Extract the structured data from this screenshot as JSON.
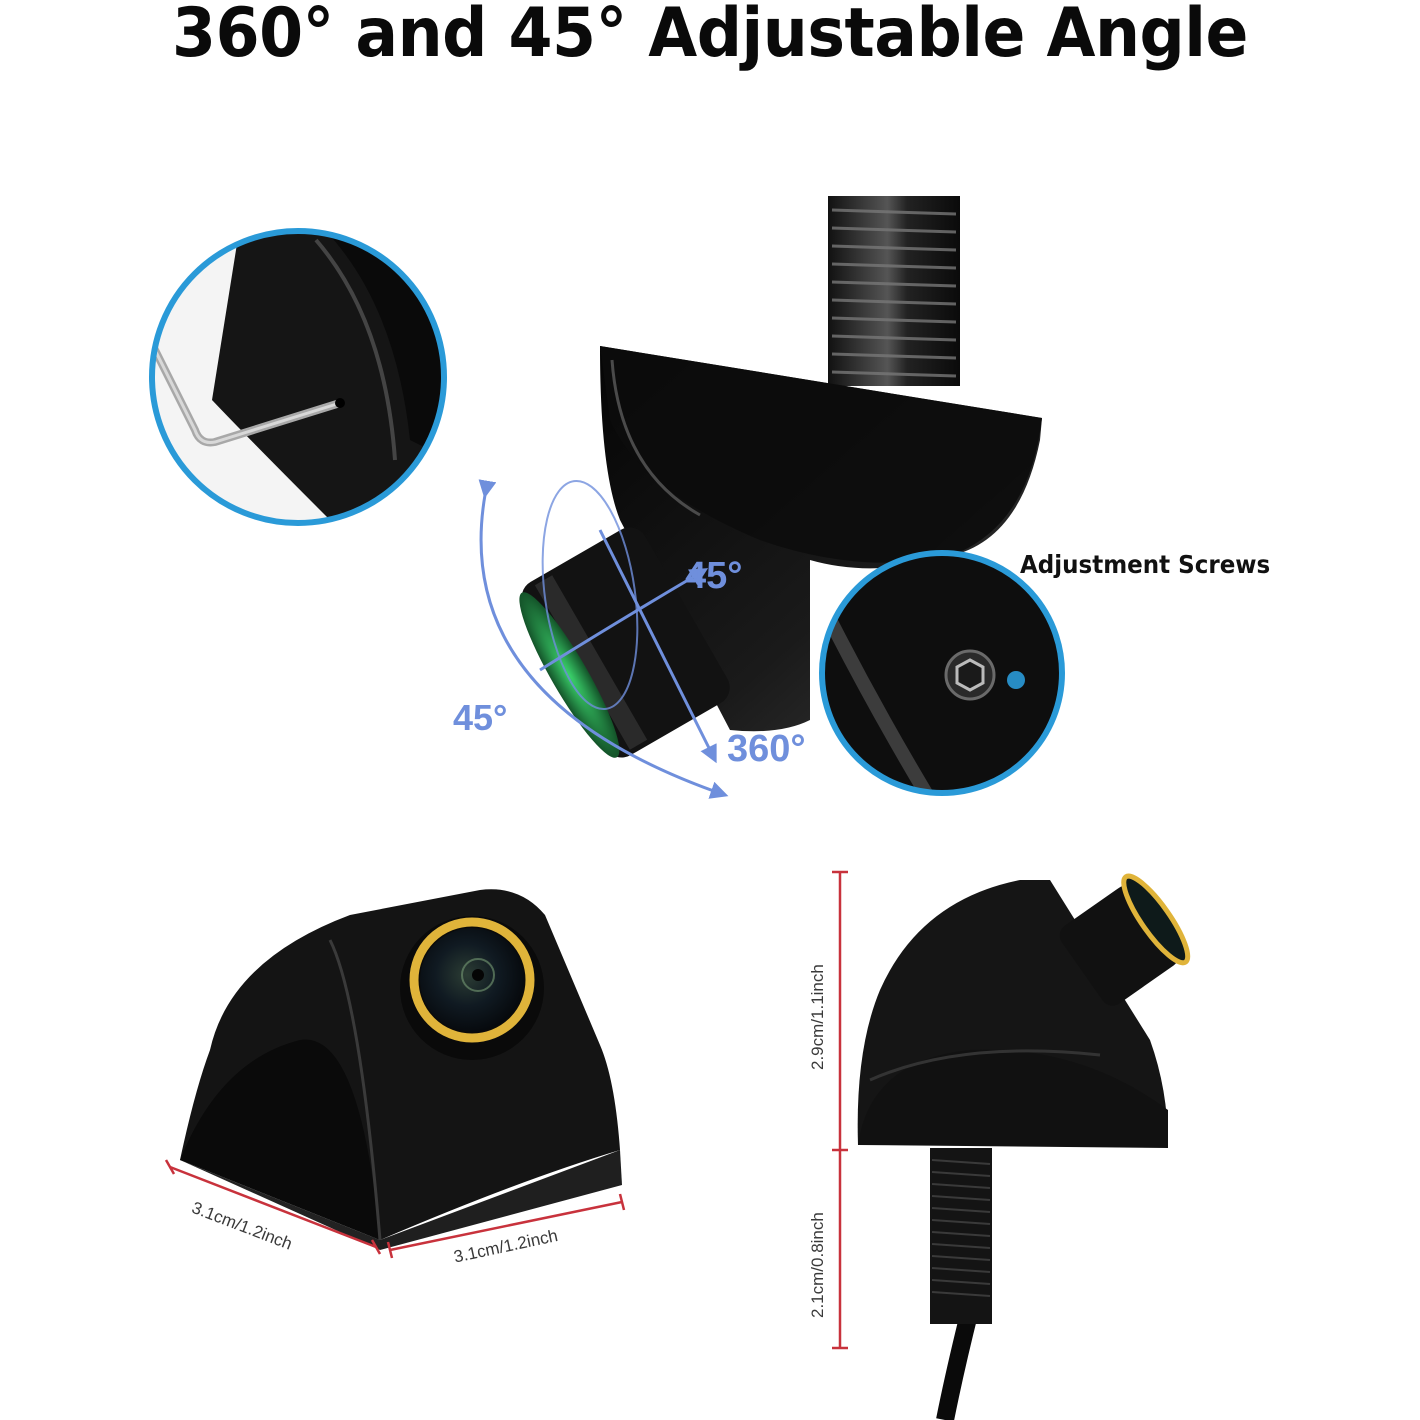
{
  "title": "360° and 45° Adjustable Angle",
  "callouts": {
    "adjustment_screws": "Adjustment Screws"
  },
  "angle_labels": {
    "tilt_top": "45°",
    "tilt_left": "45°",
    "rotation": "360°"
  },
  "dimensions": {
    "width_left": "3.1cm/1.2inch",
    "width_right": "3.1cm/1.2inch",
    "height_body": "2.9cm/1.1inch",
    "height_screw": "2.1cm/0.8inch"
  },
  "colors": {
    "accent_blue": "#2a9ad8",
    "arrow_blue": "#6f8fdc",
    "dimension_red": "#c8323c",
    "lens_gold": "#e0b43a",
    "body_black": "#141414"
  }
}
